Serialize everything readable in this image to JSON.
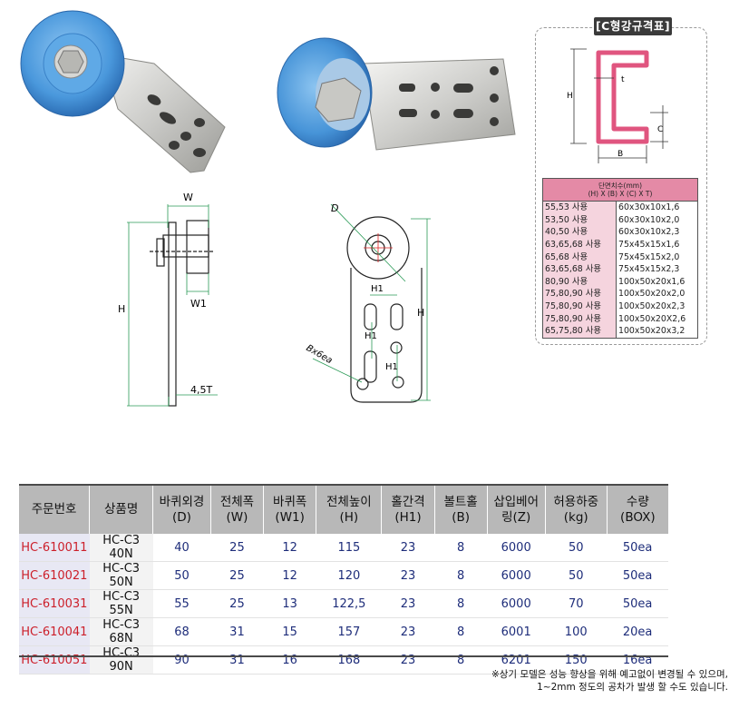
{
  "spec": {
    "title": "[C형강규격표]",
    "header_line1": "단면치수(mm)",
    "header_line2": "(H) X (B) X (C) X T)",
    "labels": {
      "H": "H",
      "t": "t",
      "C": "C",
      "B": "B"
    },
    "rows": [
      {
        "use": "55,53 사용",
        "dim": "60x30x10x1,6"
      },
      {
        "use": "53,50 사용",
        "dim": "60x30x10x2,0"
      },
      {
        "use": "40,50 사용",
        "dim": "60x30x10x2,3"
      },
      {
        "use": "63,65,68 사용",
        "dim": "75x45x15x1,6"
      },
      {
        "use": "65,68 사용",
        "dim": "75x45x15x2,0"
      },
      {
        "use": "63,65,68 사용",
        "dim": "75x45x15x2,3"
      },
      {
        "use": "80,90 사용",
        "dim": "100x50x20x1,6"
      },
      {
        "use": "75,80,90 사용",
        "dim": "100x50x20x2,0"
      },
      {
        "use": "75,80,90 사용",
        "dim": "100x50x20x2,3"
      },
      {
        "use": "75,80,90 사용",
        "dim": "100x50x20X2,6"
      },
      {
        "use": "65,75,80 사용",
        "dim": "100x50x20x3,2"
      }
    ],
    "colors": {
      "channel": "#e0557f",
      "header": "#e48aa6",
      "use_cell": "#f5d4de"
    }
  },
  "drawing_side": {
    "W": "W",
    "W1": "W1",
    "H": "H",
    "thickness": "4,5T"
  },
  "drawing_front": {
    "D": "D",
    "H1a": "H1",
    "H1b": "H1",
    "H1c": "H1",
    "H": "H",
    "bolt": "Bx6ea"
  },
  "table": {
    "headers": [
      {
        "l1": "주문번호",
        "l2": ""
      },
      {
        "l1": "상품명",
        "l2": ""
      },
      {
        "l1": "바퀴외경",
        "l2": "(D)"
      },
      {
        "l1": "전체폭",
        "l2": "(W)"
      },
      {
        "l1": "바퀴폭",
        "l2": "(W1)"
      },
      {
        "l1": "전체높이",
        "l2": "(H)"
      },
      {
        "l1": "홀간격",
        "l2": "(H1)"
      },
      {
        "l1": "볼트홀",
        "l2": "(B)"
      },
      {
        "l1": "삽입베어",
        "l2": "링(Z)"
      },
      {
        "l1": "허용하중",
        "l2": "(kg)"
      },
      {
        "l1": "수량",
        "l2": "(BOX)"
      }
    ],
    "rows": [
      [
        "HC-610011",
        "HC-C3 40N",
        "40",
        "25",
        "12",
        "115",
        "23",
        "8",
        "6000",
        "50",
        "50ea"
      ],
      [
        "HC-610021",
        "HC-C3 50N",
        "50",
        "25",
        "12",
        "120",
        "23",
        "8",
        "6000",
        "50",
        "50ea"
      ],
      [
        "HC-610031",
        "HC-C3 55N",
        "55",
        "25",
        "13",
        "122,5",
        "23",
        "8",
        "6000",
        "70",
        "50ea"
      ],
      [
        "HC-610041",
        "HC-C3 68N",
        "68",
        "31",
        "15",
        "157",
        "23",
        "8",
        "6001",
        "100",
        "20ea"
      ],
      [
        "HC-610051",
        "HC-C3 90N",
        "90",
        "31",
        "16",
        "168",
        "23",
        "8",
        "6201",
        "150",
        "16ea"
      ]
    ],
    "colors": {
      "code": "#cc1f2a",
      "value": "#1e2d7a",
      "header_bg": "#b8b8b8"
    }
  },
  "notes": {
    "line1": "※상기 모델은 성능 향상을 위해 예고없이 변경될 수 있으며,",
    "line2": "1~2mm 정도의 공차가 발생 할 수도 있습니다."
  }
}
